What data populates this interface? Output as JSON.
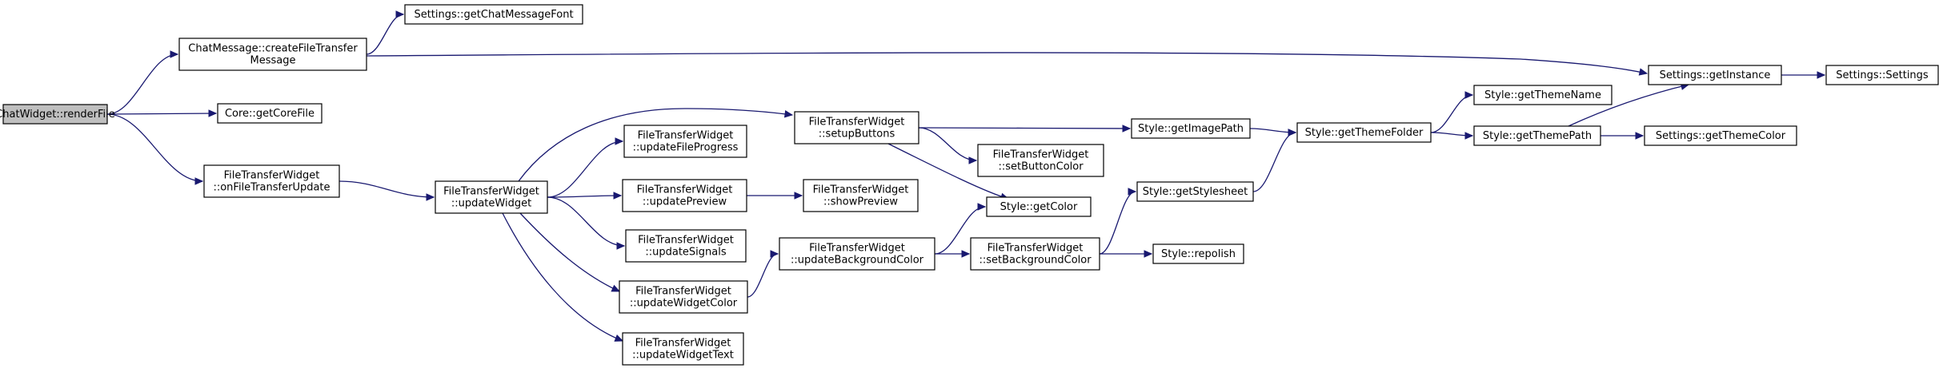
{
  "colors": {
    "edge": "#191970",
    "node_border": "#000000",
    "root_fill": "#bfbfbf",
    "node_fill": "#ffffff"
  },
  "nodes": [
    {
      "id": "n0",
      "lines": [
        "ChatWidget::renderFile"
      ],
      "root": true
    },
    {
      "id": "n1",
      "lines": [
        "ChatMessage::createFileTransfer",
        "Message"
      ]
    },
    {
      "id": "n2",
      "lines": [
        "Settings::getChatMessageFont"
      ]
    },
    {
      "id": "n3",
      "lines": [
        "Settings::getInstance"
      ]
    },
    {
      "id": "n4",
      "lines": [
        "Settings::Settings"
      ]
    },
    {
      "id": "n5",
      "lines": [
        "Core::getCoreFile"
      ]
    },
    {
      "id": "n6",
      "lines": [
        "FileTransferWidget",
        "::onFileTransferUpdate"
      ]
    },
    {
      "id": "n7",
      "lines": [
        "FileTransferWidget",
        "::updateWidget"
      ]
    },
    {
      "id": "n8",
      "lines": [
        "FileTransferWidget",
        "::setupButtons"
      ]
    },
    {
      "id": "n9",
      "lines": [
        "FileTransferWidget",
        "::updateFileProgress"
      ]
    },
    {
      "id": "n10",
      "lines": [
        "FileTransferWidget",
        "::updatePreview"
      ]
    },
    {
      "id": "n11",
      "lines": [
        "FileTransferWidget",
        "::updateSignals"
      ]
    },
    {
      "id": "n12",
      "lines": [
        "FileTransferWidget",
        "::updateWidgetColor"
      ]
    },
    {
      "id": "n13",
      "lines": [
        "FileTransferWidget",
        "::updateWidgetText"
      ]
    },
    {
      "id": "n14",
      "lines": [
        "FileTransferWidget",
        "::showPreview"
      ]
    },
    {
      "id": "n15",
      "lines": [
        "FileTransferWidget",
        "::updateBackgroundColor"
      ]
    },
    {
      "id": "n16",
      "lines": [
        "Style::getImagePath"
      ]
    },
    {
      "id": "n17",
      "lines": [
        "FileTransferWidget",
        "::setButtonColor"
      ]
    },
    {
      "id": "n18",
      "lines": [
        "Style::getColor"
      ]
    },
    {
      "id": "n19",
      "lines": [
        "FileTransferWidget",
        "::setBackgroundColor"
      ]
    },
    {
      "id": "n20",
      "lines": [
        "Style::getThemeFolder"
      ]
    },
    {
      "id": "n21",
      "lines": [
        "Style::getStylesheet"
      ]
    },
    {
      "id": "n22",
      "lines": [
        "Style::repolish"
      ]
    },
    {
      "id": "n23",
      "lines": [
        "Style::getThemeName"
      ]
    },
    {
      "id": "n24",
      "lines": [
        "Style::getThemePath"
      ]
    },
    {
      "id": "n25",
      "lines": [
        "Settings::getThemeColor"
      ]
    }
  ],
  "edges": [
    [
      "n0",
      "n1"
    ],
    [
      "n0",
      "n5"
    ],
    [
      "n0",
      "n6"
    ],
    [
      "n1",
      "n2"
    ],
    [
      "n1",
      "n3"
    ],
    [
      "n3",
      "n4"
    ],
    [
      "n6",
      "n7"
    ],
    [
      "n7",
      "n8"
    ],
    [
      "n7",
      "n9"
    ],
    [
      "n7",
      "n10"
    ],
    [
      "n7",
      "n11"
    ],
    [
      "n7",
      "n12"
    ],
    [
      "n7",
      "n13"
    ],
    [
      "n8",
      "n16"
    ],
    [
      "n8",
      "n17"
    ],
    [
      "n8",
      "n18"
    ],
    [
      "n10",
      "n14"
    ],
    [
      "n12",
      "n15"
    ],
    [
      "n15",
      "n18"
    ],
    [
      "n15",
      "n19"
    ],
    [
      "n16",
      "n20"
    ],
    [
      "n19",
      "n21"
    ],
    [
      "n19",
      "n22"
    ],
    [
      "n20",
      "n23"
    ],
    [
      "n20",
      "n24"
    ],
    [
      "n21",
      "n20"
    ],
    [
      "n24",
      "n3"
    ],
    [
      "n24",
      "n25"
    ]
  ]
}
